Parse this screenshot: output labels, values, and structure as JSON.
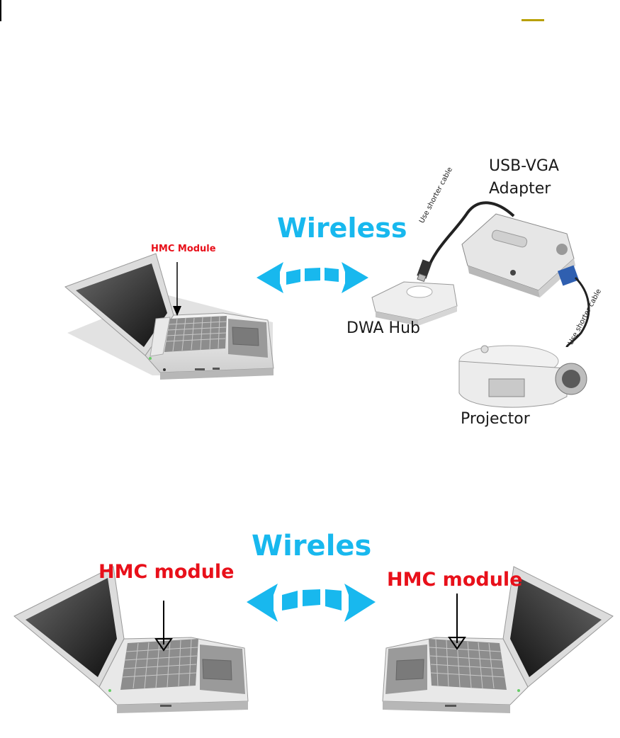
{
  "top_diagram": {
    "hmc_label": "HMC Module",
    "wireless_label": "Wireless",
    "hub_label": "DWA Hub",
    "adapter_label_line1": "USB-VGA",
    "adapter_label_line2": "Adapter",
    "projector_label": "Projector",
    "cable_note_1": "Use shorter cable",
    "cable_note_2": "Use shorter cable"
  },
  "bottom_diagram": {
    "wireless_label": "Wireles",
    "hmc_left_label": "HMC module",
    "hmc_right_label": "HMC module"
  },
  "colors": {
    "arrow": "#18b8ee",
    "hmc_text": "#e8101a",
    "accent_bar": "#b8a000"
  }
}
